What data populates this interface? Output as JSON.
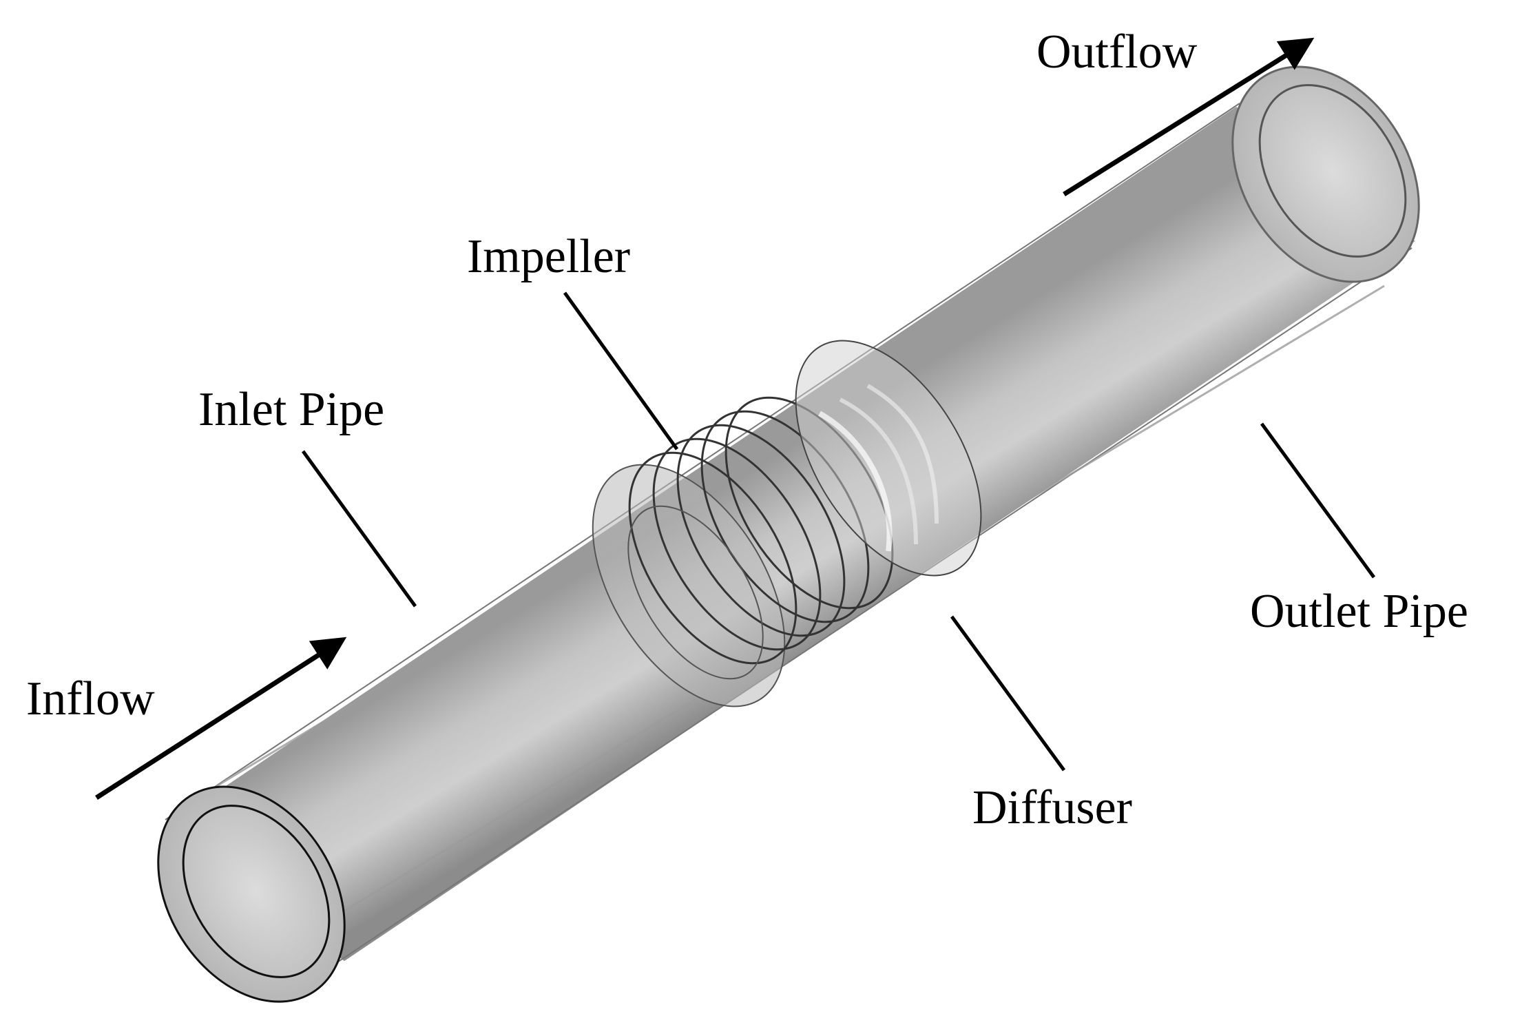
{
  "labels": {
    "outflow": "Outflow",
    "impeller": "Impeller",
    "inlet_pipe": "Inlet Pipe",
    "inflow": "Inflow",
    "outlet_pipe": "Outlet Pipe",
    "diffuser": "Diffuser"
  },
  "colors": {
    "pipe_dark": "#8f8f8f",
    "pipe_mid": "#b3b3b3",
    "pipe_light": "#d4d4d4",
    "pipe_face": "#c9c9c9",
    "outline": "#222222",
    "leader": "#000000"
  }
}
